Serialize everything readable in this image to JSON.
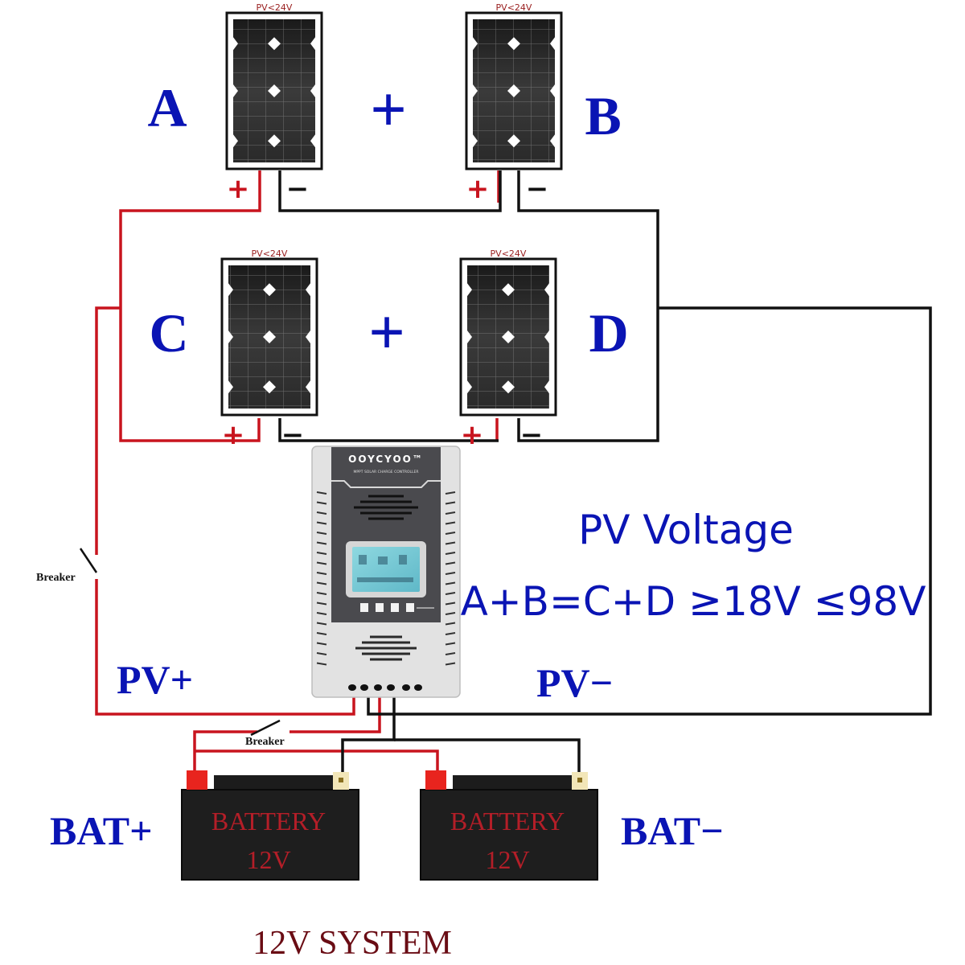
{
  "colors": {
    "label_blue": "#0a14b4",
    "wire_red": "#c8141e",
    "wire_black": "#111111",
    "battery_text": "#b41e28",
    "panel_label": "#9a2020",
    "system_text": "#6a0c14"
  },
  "panels": [
    {
      "id": "A",
      "label": "A",
      "rating": "PV<24V",
      "plus": "+",
      "minus": "−"
    },
    {
      "id": "B",
      "label": "B",
      "rating": "PV<24V",
      "plus": "+",
      "minus": "−"
    },
    {
      "id": "C",
      "label": "C",
      "rating": "PV<24V",
      "plus": "+",
      "minus": "−"
    },
    {
      "id": "D",
      "label": "D",
      "rating": "PV<24V",
      "plus": "+",
      "minus": "−"
    }
  ],
  "series_symbol": "+",
  "controller": {
    "brand": "OOYCYOO™",
    "subtitle": "MPPT SOLAR CHARGE CONTROLLER",
    "icon": "charge-controller-icon"
  },
  "breakers": [
    "Breaker",
    "Breaker"
  ],
  "labels": {
    "pv_plus": "PV+",
    "pv_minus": "PV−",
    "bat_plus": "BAT+",
    "bat_minus": "BAT−",
    "pv_voltage_title": "PV Voltage",
    "pv_voltage_rule": "A+B=C+D ≥18V ≤98V",
    "system": "12V SYSTEM"
  },
  "batteries": [
    {
      "line1": "BATTERY",
      "line2": "12V"
    },
    {
      "line1": "BATTERY",
      "line2": "12V"
    }
  ]
}
